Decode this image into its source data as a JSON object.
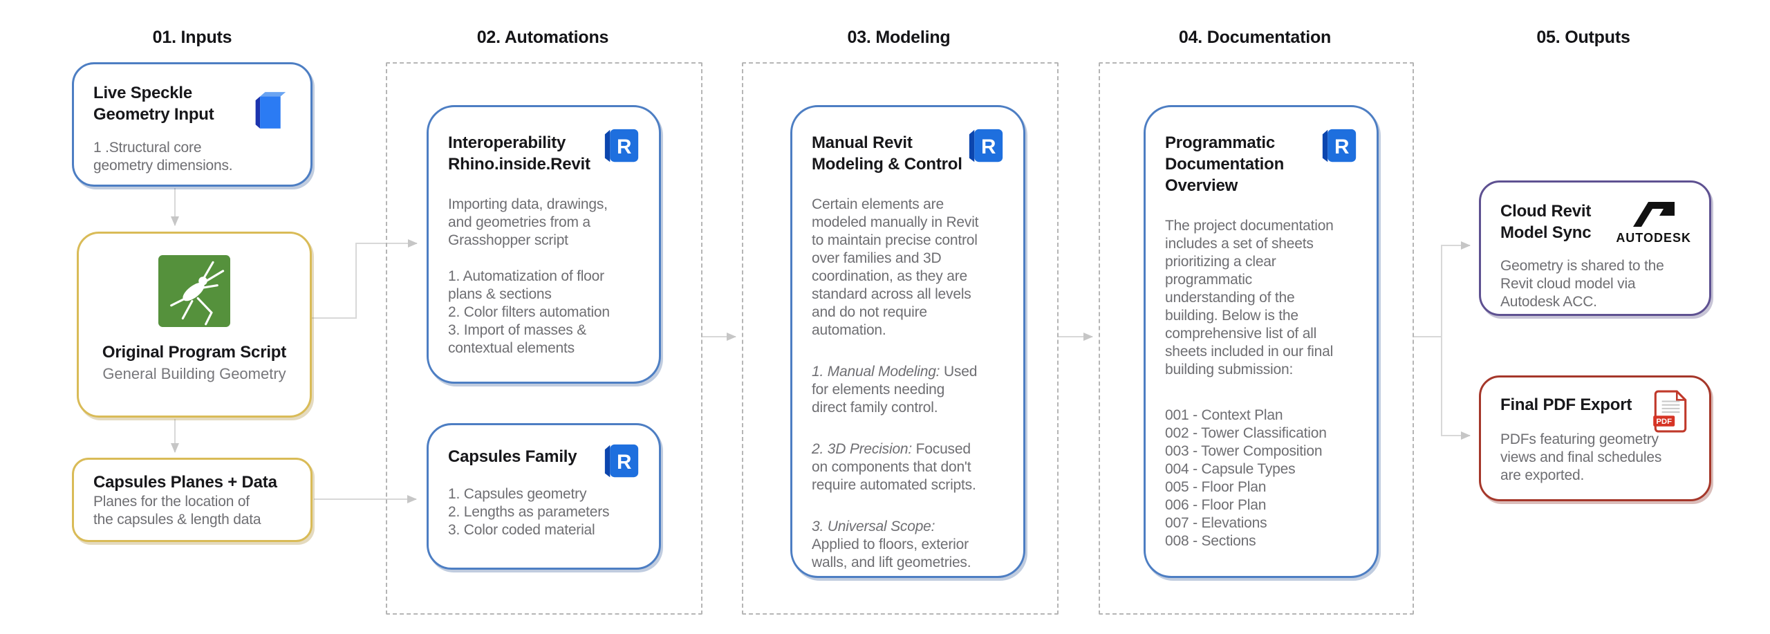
{
  "headers": [
    {
      "label": "01. Inputs"
    },
    {
      "label": "02. Automations"
    },
    {
      "label": "03. Modeling"
    },
    {
      "label": "04. Documentation"
    },
    {
      "label": "05. Outputs"
    }
  ],
  "boxes": {
    "live_speckle": {
      "title": "Live Speckle\nGeometry Input",
      "body": "1 .Structural core\ngeometry dimensions.",
      "icon": "speckle-cube-icon"
    },
    "original_program_script": {
      "title": "Original Program Script",
      "subtitle": "General Building Geometry",
      "icon": "grasshopper-icon"
    },
    "capsules_planes": {
      "title": "Capsules Planes + Data",
      "body": "Planes for the location of\nthe capsules & length data"
    },
    "interoperability": {
      "title": "Interoperability\nRhino.inside.Revit",
      "icon": "revit-icon",
      "body": "Importing data, drawings,\nand geometries from a\nGrasshopper script\n\n1. Automatization of floor\nplans & sections\n2. Color filters automation\n3. Import of masses &\ncontextual elements"
    },
    "capsules_family": {
      "title": "Capsules Family",
      "icon": "revit-icon",
      "body": "1. Capsules geometry\n2. Lengths as parameters\n3. Color coded material"
    },
    "manual_revit": {
      "title": "Manual Revit\nModeling & Control",
      "icon": "revit-icon",
      "intro": "Certain elements are\nmodeled manually in Revit\nto maintain precise control\nover families and 3D\ncoordination, as they are\nstandard across all levels\nand do not require\nautomation.",
      "items": [
        {
          "lead": "1. Manual Modeling:",
          "rest": " Used\nfor elements needing\ndirect family control."
        },
        {
          "lead": "2. 3D Precision:",
          "rest": " Focused\non components that don't\nrequire automated scripts."
        },
        {
          "lead": "3. Universal Scope:",
          "rest": "\nApplied to floors, exterior\nwalls, and lift geometries."
        }
      ]
    },
    "documentation": {
      "title": "Programmatic\nDocumentation\nOverview",
      "icon": "revit-icon",
      "intro": "The project documentation\nincludes a set of sheets\nprioritizing a clear\nprogrammatic\nunderstanding of the\nbuilding. Below is the\ncomprehensive list of all\nsheets included in our final\nbuilding submission:",
      "sheets": [
        "001 - Context Plan",
        "002 - Tower Classification",
        "003 - Tower Composition",
        "004 - Capsule Types",
        "005 - Floor Plan",
        "006 - Floor Plan",
        "007 - Elevations",
        "008 - Sections"
      ]
    },
    "cloud_sync": {
      "title": "Cloud Revit\nModel Sync",
      "brand": "AUTODESK",
      "icon": "autodesk-logo-icon",
      "body": "Geometry is shared to the\nRevit cloud model via\nAutodesk ACC."
    },
    "pdf_export": {
      "title": "Final PDF Export",
      "icon": "pdf-file-icon",
      "badge": "PDF",
      "body": "PDFs featuring geometry\nviews and final schedules\nare exported."
    }
  },
  "icon_labels": {
    "revit_letter": "R"
  },
  "colors": {
    "blue_border": "#4d7ec3",
    "gold_border": "#d9bb57",
    "purple_border": "#5e5191",
    "red_border": "#a5372a",
    "revit_blue": "#1e6fde",
    "speckle_blue": "#2b7bf3",
    "grasshopper_green": "#55913c",
    "pdf_red": "#d63425",
    "dash_gray": "#b5b5b5",
    "arrow_gray": "#d8d8d8",
    "title_text": "#17171a",
    "body_text": "#6e6e72"
  }
}
